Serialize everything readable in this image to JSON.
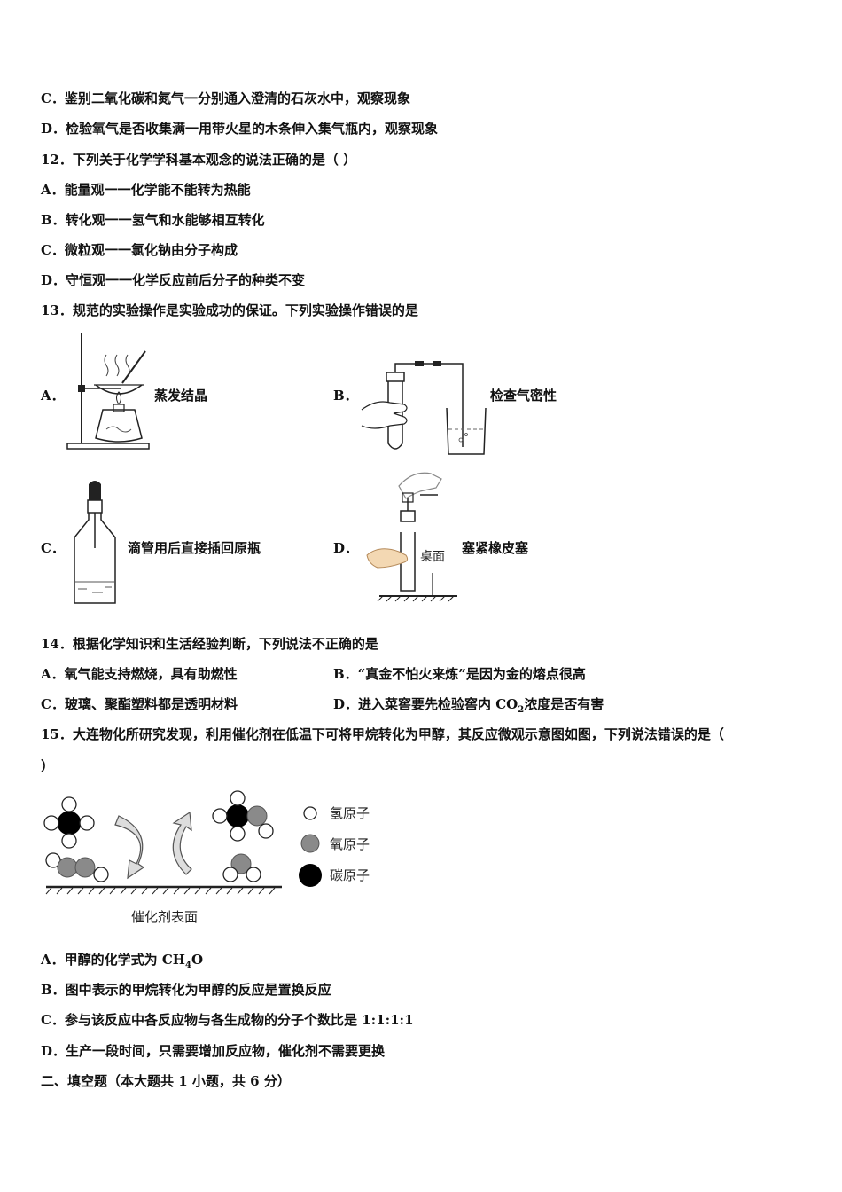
{
  "q11": {
    "optC": "C．鉴别二氧化碳和氮气一分别通入澄清的石灰水中，观察现象",
    "optD": "D．检验氧气是否收集满一用带火星的木条伸入集气瓶内，观察现象"
  },
  "q12": {
    "stem": "12．下列关于化学学科基本观念的说法正确的是（    ）",
    "optA": "A．能量观一一化学能不能转为热能",
    "optB": "B．转化观一一氢气和水能够相互转化",
    "optC": "C．微粒观一一氯化钠由分子构成",
    "optD": "D．守恒观一一化学反应前后分子的种类不变"
  },
  "q13": {
    "stem": "13．规范的实验操作是实验成功的保证。下列实验操作错误的是",
    "labelA": "A．",
    "capA": "蒸发结晶",
    "labelB": "B．",
    "capB": "检查气密性",
    "labelC": "C．",
    "capC": "滴管用后直接插回原瓶",
    "labelD": "D．",
    "capD": "塞紧橡皮塞",
    "deskLabel": "桌面"
  },
  "q14": {
    "stem": "14．根据化学知识和生活经验判断，下列说法不正确的是",
    "optA": "A．氧气能支持燃烧，具有助燃性",
    "optB": "B．“真金不怕火来炼”是因为金的熔点很高",
    "optC": "C．玻璃、聚酯塑料都是透明材料",
    "optD_pre": "D．进入菜窖要先检验窖内 CO",
    "optD_sub": "2",
    "optD_post": "浓度是否有害"
  },
  "q15": {
    "stem1": "15．大连物化所研究发现，利用催化剂在低温下可将甲烷转化为甲醇，其反应微观示意图如图，下列说法错误的是（",
    "stem2": "）",
    "legend": {
      "h": "氢原子",
      "o": "氧原子",
      "c": "碳原子"
    },
    "surface": "催化剂表面",
    "optA_pre": "A．甲醇的化学式为 CH",
    "optA_sub": "4",
    "optA_post": "O",
    "optB": "B．图中表示的甲烷转化为甲醇的反应是置换反应",
    "optC": "C．参与该反应中各反应物与各生成物的分子个数比是 1:1:1:1",
    "optD": "D．生产一段时间，只需要增加反应物，催化剂不需要更换"
  },
  "section2": "二、填空题（本大题共 1 小题，共 6 分）",
  "colors": {
    "hydrogen": "#ffffff",
    "oxygen": "#8a8a8a",
    "carbon": "#000000"
  }
}
